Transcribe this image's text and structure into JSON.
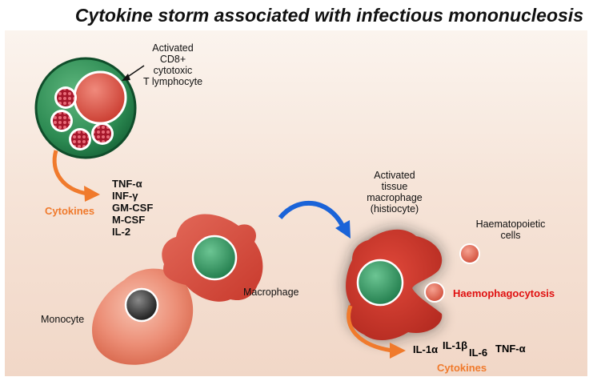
{
  "title": "Cytokine storm associated with infectious mononucleosis",
  "labels": {
    "ctl": [
      "Activated",
      "CD8+",
      "cytotoxic",
      "T lymphocyte"
    ],
    "cytokines_left": "Cytokines",
    "cytokine_list": [
      "TNF-α",
      "INF-γ",
      "GM-CSF",
      "M-CSF",
      "IL-2"
    ],
    "monocyte": "Monocyte",
    "macrophage": "Macrophage",
    "activated_macrophage": [
      "Activated",
      "tissue",
      "macrophage",
      "(histiocyte)"
    ],
    "haematopoietic": [
      "Haematopoietic",
      "cells"
    ],
    "haemophagocytosis": "Haemophagocytosis",
    "right_cytokines": {
      "il1a": "IL-1α",
      "il1b": "IL-1β",
      "il6": "IL-6",
      "tnfa": "TNF-α",
      "label": "Cytokines"
    }
  },
  "colors": {
    "cytokine_text": "#f07a2c",
    "haemophagocytosis_text": "#e01010",
    "macrophage_red": "#d93b2e",
    "nucleus_green": "#2f9a6a",
    "ctl_green": "#1e7a46",
    "arrow_blue": "#1a63d8"
  }
}
